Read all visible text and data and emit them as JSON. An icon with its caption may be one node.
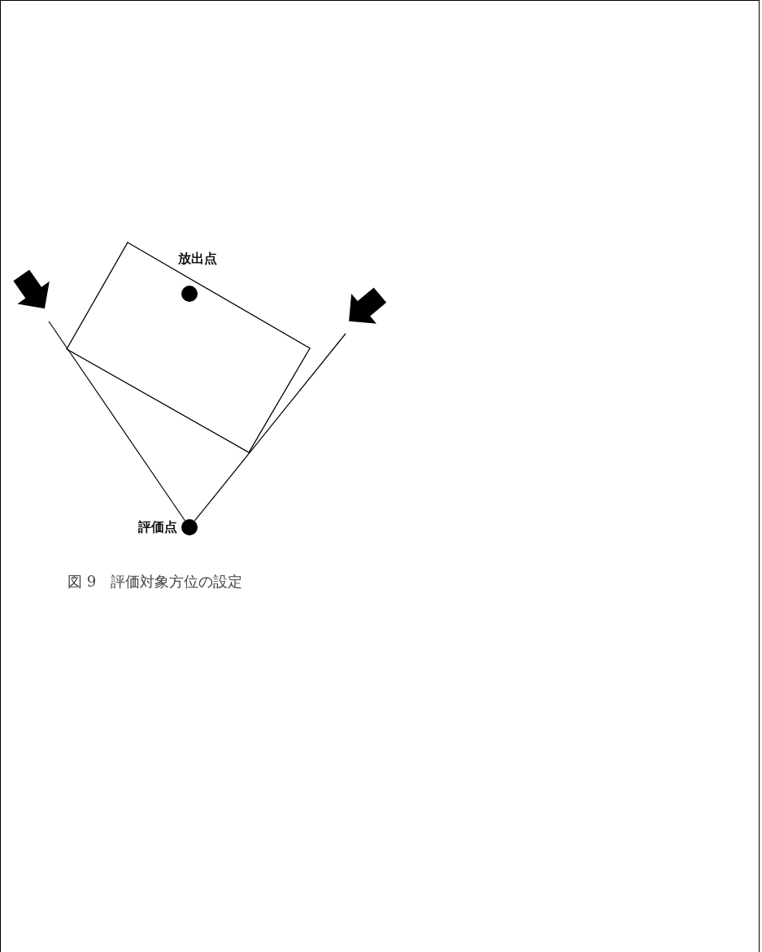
{
  "diagram": {
    "caption": "図 9　評価対象方位の設定",
    "nodes": [
      {
        "text": [],
        "shape": "box"
      },
      {
        "text": [],
        "shape": "circle",
        "beside": [
          "放出点"
        ],
        "in": 0
      },
      {
        "text": [],
        "shape": "circle",
        "beside": [
          "評価点"
        ]
      }
    ],
    "edges": [
      {
        "from": 2,
        "to": null,
        "arrow": "none"
      },
      {
        "from": 2,
        "to": null,
        "arrow": "none"
      }
    ]
  }
}
